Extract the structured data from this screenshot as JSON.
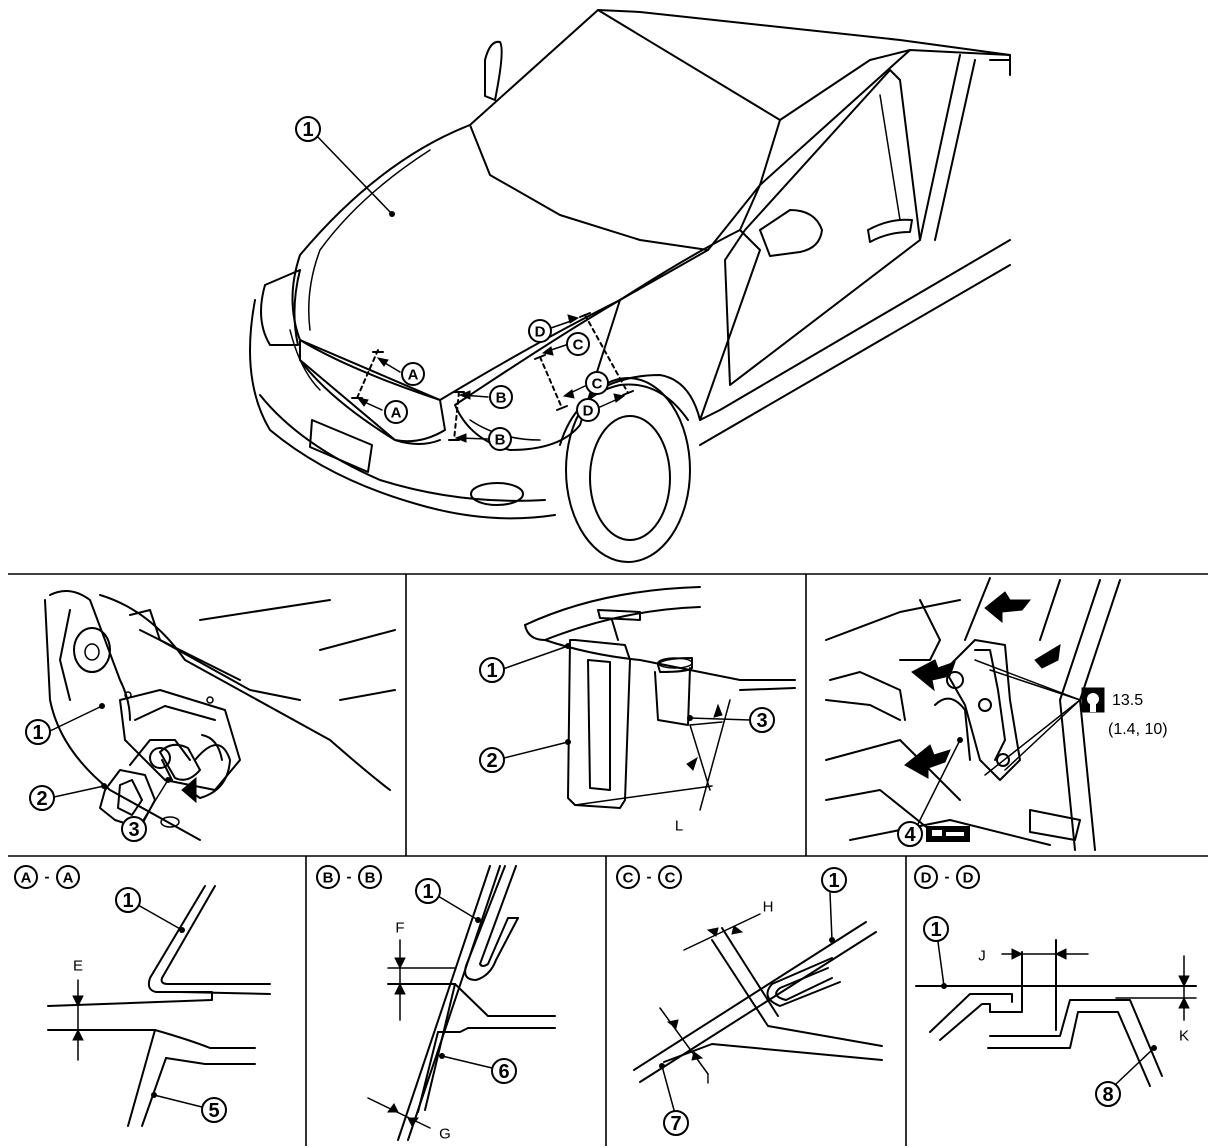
{
  "callouts": {
    "hood": "1",
    "latch": "2",
    "bumper_rubber": "3",
    "bolt": "4",
    "radiator_support": "5",
    "headlamp": "6",
    "front_fender": "7",
    "front_bumper": "8"
  },
  "section_marks": {
    "a": "A",
    "b": "B",
    "c": "C",
    "d": "D"
  },
  "section_titles": {
    "aa": {
      "left": "A",
      "sep": "-",
      "right": "A"
    },
    "bb": {
      "left": "B",
      "sep": "-",
      "right": "B"
    },
    "cc": {
      "left": "C",
      "sep": "-",
      "right": "C"
    },
    "dd": {
      "left": "D",
      "sep": "-",
      "right": "D"
    }
  },
  "dimensions": {
    "e": "E",
    "f": "F",
    "g": "G",
    "h": "H",
    "i": "I",
    "j": "J",
    "k": "K",
    "l": "L"
  },
  "torque": {
    "value": "13.5",
    "alt_units": "(1.4, 10)"
  }
}
